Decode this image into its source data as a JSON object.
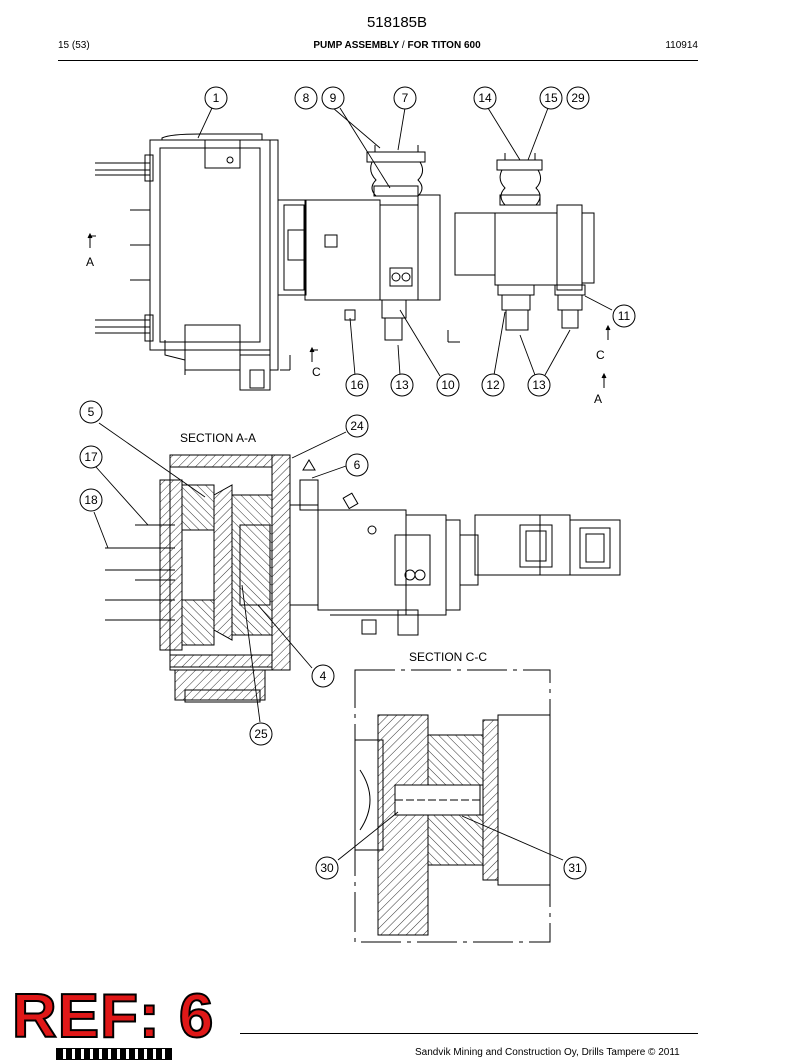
{
  "header": {
    "document_number": "518185B",
    "page": "15 (53)",
    "title_bold": "PUMP ASSEMBLY",
    "title_separator": " / ",
    "title_rest": "FOR TITON 600",
    "date": "110914"
  },
  "sections": {
    "a": "SECTION A-A",
    "c": "SECTION C-C"
  },
  "view_letters": [
    "A",
    "A",
    "C",
    "C"
  ],
  "callouts": [
    "1",
    "8",
    "9",
    "7",
    "14",
    "15",
    "29",
    "11",
    "16",
    "13",
    "10",
    "12",
    "13",
    "5",
    "24",
    "17",
    "6",
    "18",
    "4",
    "25",
    "30",
    "31"
  ],
  "stamp": {
    "text": "REF: 6",
    "color": "#e01818"
  },
  "footer": {
    "copyright": "Sandvik Mining and Construction Oy, Drills Tampere © 2011"
  }
}
